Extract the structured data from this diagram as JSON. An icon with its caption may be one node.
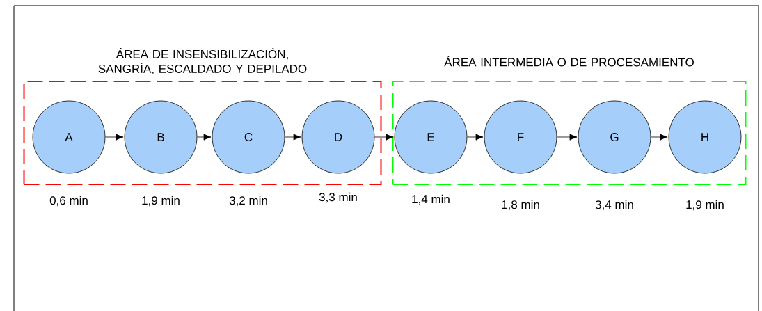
{
  "diagram": {
    "nodes": [
      {
        "text": [
          "ÁREA DE INSENSIBILIZACIÓN, SANGRÍA, ESCALDADO Y DEPILADO"
        ]
      },
      {
        "text": [
          "A"
        ],
        "in": 0,
        "beside": [
          "0,6 min"
        ]
      },
      {
        "text": [
          "B"
        ],
        "in": 0,
        "beside": [
          "1,9 min"
        ]
      },
      {
        "text": [
          "C"
        ],
        "in": 0,
        "beside": [
          "3,2 min"
        ]
      },
      {
        "text": [
          "D"
        ],
        "in": 0,
        "beside": [
          "3,3 min"
        ]
      },
      {
        "text": [
          "ÁREA INTERMEDIA O DE PROCESAMIENTO"
        ]
      },
      {
        "text": [
          "E"
        ],
        "in": 5,
        "beside": [
          "1,4 min"
        ]
      },
      {
        "text": [
          "F"
        ],
        "in": 5,
        "beside": [
          "1,8 min"
        ]
      },
      {
        "text": [
          "G"
        ],
        "in": 5,
        "beside": [
          "3,4 min"
        ]
      },
      {
        "text": [
          "H"
        ],
        "in": 5,
        "beside": [
          "1,9 min"
        ]
      }
    ],
    "edges": [
      {
        "from": 1,
        "to": 2,
        "arrow": "to"
      },
      {
        "from": 2,
        "to": 3,
        "arrow": "to"
      },
      {
        "from": 3,
        "to": 4,
        "arrow": "to"
      },
      {
        "from": 4,
        "to": 6,
        "arrow": "to"
      },
      {
        "from": 6,
        "to": 7,
        "arrow": "to"
      },
      {
        "from": 7,
        "to": 8,
        "arrow": "to"
      },
      {
        "from": 8,
        "to": 9,
        "arrow": "to"
      }
    ]
  }
}
